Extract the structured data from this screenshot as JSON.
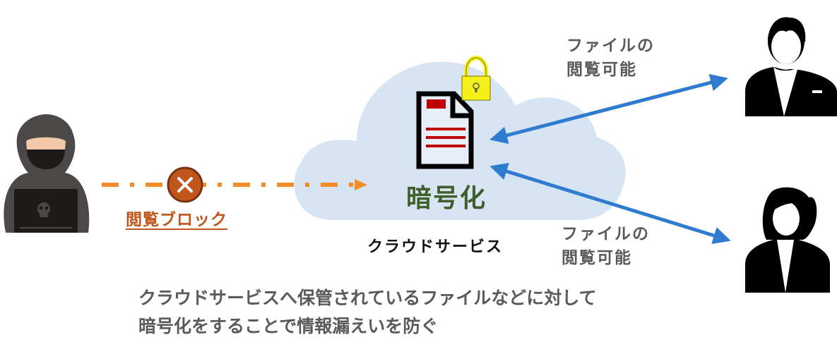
{
  "diagram": {
    "hacker": {
      "icon": "hacker-icon",
      "block_label": "閲覧ブロック",
      "block_icon": "x-circle-icon"
    },
    "cloud": {
      "encryption_label": "暗号化",
      "service_label": "クラウドサービス",
      "document_icon": "document-icon",
      "lock_icon": "padlock-icon"
    },
    "users": [
      {
        "icon": "businessman-icon",
        "label_line1": "ファイルの",
        "label_line2": "閲覧可能"
      },
      {
        "icon": "businesswoman-icon",
        "label_line1": "ファイルの",
        "label_line2": "閲覧可能"
      }
    ],
    "caption": {
      "line1": "クラウドサービスへ保管されているファイルなどに対して",
      "line2": "暗号化をすることで情報漏えいを防ぐ"
    },
    "colors": {
      "blocked_arrow": "#f28c28",
      "block_badge": "#c0561b",
      "user_arrow": "#2e7bd0",
      "cloud_fill": "#d6e4f4",
      "encryption_text": "#3f5f2a",
      "document_accent": "#c00000",
      "lock": "#f5ef1a"
    }
  }
}
